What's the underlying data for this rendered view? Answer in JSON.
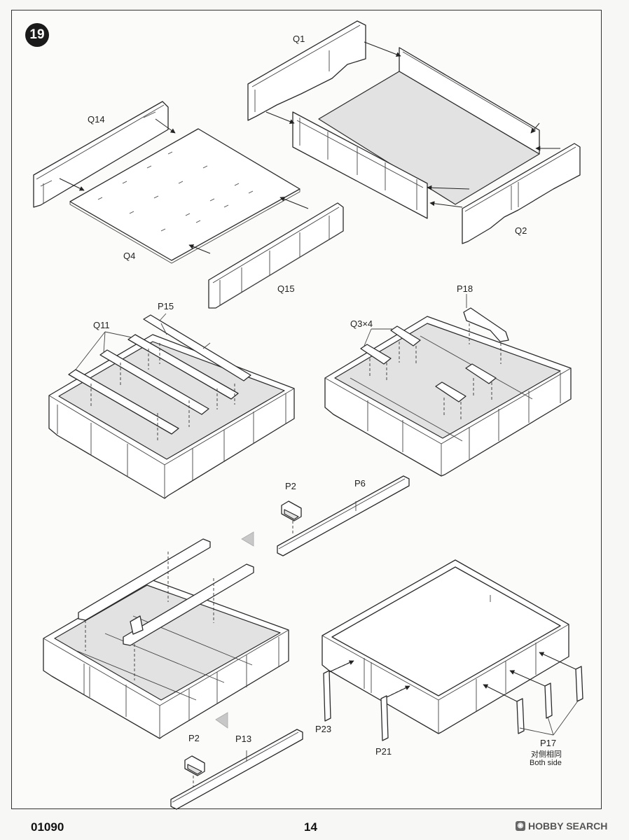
{
  "step": {
    "number": "19"
  },
  "labels": {
    "q1": "Q1",
    "q2": "Q2",
    "q4": "Q4",
    "q14": "Q14",
    "q15": "Q15",
    "q11": "Q11",
    "p15": "P15",
    "q3": "Q3×4",
    "p18": "P18",
    "p2_upper": "P2",
    "p6": "P6",
    "p2_lower": "P2",
    "p13": "P13",
    "p23": "P23",
    "p21": "P21",
    "p17": "P17",
    "p17_note_cn": "对侧相同",
    "p17_note_en": "Both side"
  },
  "footer": {
    "kit_number": "01090",
    "page_number": "14",
    "watermark": "HOBBY SEARCH",
    "watermark_icon": "camera-icon"
  },
  "colors": {
    "line": "#2a2a2a",
    "badge": "#1a1a1a"
  }
}
